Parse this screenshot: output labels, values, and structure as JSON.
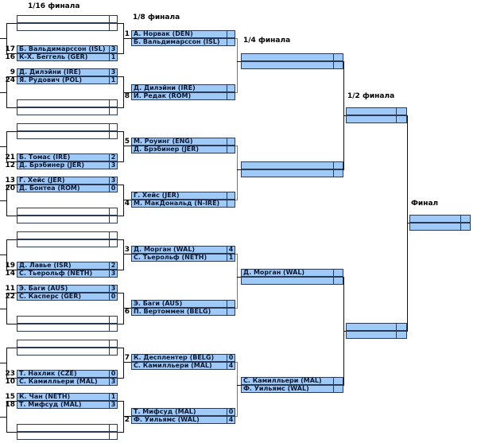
{
  "round_titles": {
    "r16": "1/16 финала",
    "r8": "1/8 финала",
    "r4": "1/4 финала",
    "r2": "1/2 финала",
    "final": "Финал"
  },
  "colors": {
    "box_fill": "#9fcaf7",
    "box_border": "#2a3a55"
  },
  "round1": [
    {
      "p1": {
        "seed": "",
        "name": "",
        "score": ""
      },
      "p2": {
        "seed": "",
        "name": "",
        "score": ""
      }
    },
    {
      "p1": {
        "seed": "17",
        "name": "Б. Вальдимарссон (ISL)",
        "score": "3"
      },
      "p2": {
        "seed": "16",
        "name": "К-Х. Беггель (GER)",
        "score": "1"
      }
    },
    {
      "p1": {
        "seed": "9",
        "name": "Д. Дилэйни (IRE)",
        "score": "3"
      },
      "p2": {
        "seed": "24",
        "name": "Я. Рудович (POL)",
        "score": "1"
      }
    },
    {
      "p1": {
        "seed": "",
        "name": "",
        "score": ""
      },
      "p2": {
        "seed": "",
        "name": "",
        "score": ""
      }
    },
    {
      "p1": {
        "seed": "",
        "name": "",
        "score": ""
      },
      "p2": {
        "seed": "",
        "name": "",
        "score": ""
      }
    },
    {
      "p1": {
        "seed": "21",
        "name": "Б. Томас (IRE)",
        "score": "2"
      },
      "p2": {
        "seed": "12",
        "name": "Д. Брэбинер (JER)",
        "score": "3"
      }
    },
    {
      "p1": {
        "seed": "13",
        "name": "Г. Хейс (JER)",
        "score": "3"
      },
      "p2": {
        "seed": "20",
        "name": "Д. Бонтеа (ROM)",
        "score": "0"
      }
    },
    {
      "p1": {
        "seed": "",
        "name": "",
        "score": ""
      },
      "p2": {
        "seed": "",
        "name": "",
        "score": ""
      }
    },
    {
      "p1": {
        "seed": "",
        "name": "",
        "score": ""
      },
      "p2": {
        "seed": "",
        "name": "",
        "score": ""
      }
    },
    {
      "p1": {
        "seed": "19",
        "name": "Д. Лавье (ISR)",
        "score": "2"
      },
      "p2": {
        "seed": "14",
        "name": "С. Тьерольф (NETH)",
        "score": "3"
      }
    },
    {
      "p1": {
        "seed": "11",
        "name": "Э. Баги (AUS)",
        "score": "3"
      },
      "p2": {
        "seed": "22",
        "name": "С. Касперс (GER)",
        "score": "0"
      }
    },
    {
      "p1": {
        "seed": "",
        "name": "",
        "score": ""
      },
      "p2": {
        "seed": "",
        "name": "",
        "score": ""
      }
    },
    {
      "p1": {
        "seed": "",
        "name": "",
        "score": ""
      },
      "p2": {
        "seed": "",
        "name": "",
        "score": ""
      }
    },
    {
      "p1": {
        "seed": "23",
        "name": "Т. Нахлик (CZE)",
        "score": "0"
      },
      "p2": {
        "seed": "10",
        "name": "С. Камилльери (MAL)",
        "score": "3"
      }
    },
    {
      "p1": {
        "seed": "15",
        "name": "К. Чан (NETH)",
        "score": "1"
      },
      "p2": {
        "seed": "18",
        "name": "Т. Мифсуд (MAL)",
        "score": "3"
      }
    },
    {
      "p1": {
        "seed": "",
        "name": "",
        "score": ""
      },
      "p2": {
        "seed": "",
        "name": "",
        "score": ""
      }
    }
  ],
  "round2": [
    {
      "seed": "1",
      "p1": {
        "name": "А. Норвак (DEN)",
        "score": ""
      },
      "p2": {
        "name": "Б. Вальдимарссон (ISL)",
        "score": ""
      }
    },
    {
      "seed": "8",
      "p1": {
        "name": "Д. Дилэйни (IRE)",
        "score": ""
      },
      "p2": {
        "name": "И. Редак (ROM)",
        "score": ""
      }
    },
    {
      "seed": "5",
      "p1": {
        "name": "М. Роуинг (ENG)",
        "score": ""
      },
      "p2": {
        "name": "Д. Брэбинер (JER)",
        "score": ""
      }
    },
    {
      "seed": "4",
      "p1": {
        "name": "Г. Хейс (JER)",
        "score": ""
      },
      "p2": {
        "name": "М. МакДональд (N-IRE)",
        "score": ""
      }
    },
    {
      "seed": "3",
      "p1": {
        "name": "Д. Морган (WAL)",
        "score": "4"
      },
      "p2": {
        "name": "С. Тьерольф (NETH)",
        "score": "1"
      }
    },
    {
      "seed": "6",
      "p1": {
        "name": "Э. Баги (AUS)",
        "score": ""
      },
      "p2": {
        "name": "П. Вертоммен (BELG)",
        "score": ""
      }
    },
    {
      "seed": "7",
      "p1": {
        "name": "К. Десплентер (BELG)",
        "score": "0"
      },
      "p2": {
        "name": "С. Камилльери (MAL)",
        "score": "4"
      }
    },
    {
      "seed": "2",
      "p1": {
        "name": "Т. Мифсуд (MAL)",
        "score": "0"
      },
      "p2": {
        "name": "Ф. Уильямс (WAL)",
        "score": "4"
      }
    }
  ],
  "round3": [
    {
      "p1": {
        "name": "",
        "score": ""
      },
      "p2": {
        "name": "",
        "score": ""
      }
    },
    {
      "p1": {
        "name": "",
        "score": ""
      },
      "p2": {
        "name": "",
        "score": ""
      }
    },
    {
      "p1": {
        "name": "Д. Морган (WAL)",
        "score": ""
      },
      "p2": {
        "name": "",
        "score": ""
      }
    },
    {
      "p1": {
        "name": "С. Камилльери (MAL)",
        "score": ""
      },
      "p2": {
        "name": "Ф. Уильямс (WAL)",
        "score": ""
      }
    }
  ],
  "round4": [
    {
      "p1": {
        "name": "",
        "score": ""
      },
      "p2": {
        "name": "",
        "score": ""
      }
    },
    {
      "p1": {
        "name": "",
        "score": ""
      },
      "p2": {
        "name": "",
        "score": ""
      }
    }
  ],
  "final": {
    "p1": {
      "name": "",
      "score": ""
    },
    "p2": {
      "name": "",
      "score": ""
    }
  }
}
